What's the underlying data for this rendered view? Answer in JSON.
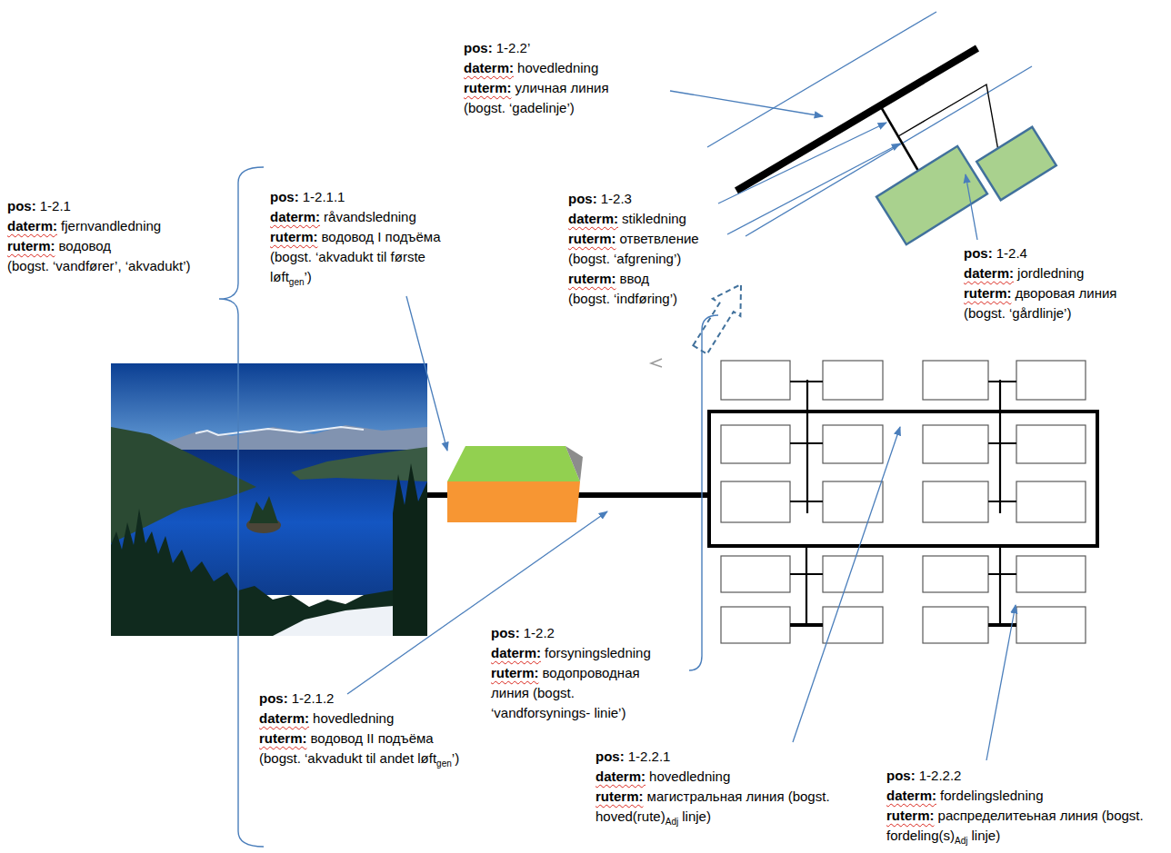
{
  "diagram": {
    "labels": [
      "pos:",
      "1-2.1",
      "daterm:",
      "fjernvandledning",
      "ruterm:",
      "водовод",
      "(bogst. ‘vandfører’, ‘akvadukt’)",
      "pos:",
      "1-2.1.1",
      "daterm:",
      "råvandsledning",
      "ruterm:",
      "водовод I подъёма (bogst. ‘akvadukt til første løft",
      "gen",
      "’)",
      "pos:",
      "1-2.2’",
      "daterm:",
      "hovedledning",
      "ruterm:",
      "уличная линия",
      "(bogst. ‘gadelinje’)",
      "pos:",
      "1-2.3",
      "daterm:",
      "stikledning",
      "ruterm:",
      "ответвление",
      "(bogst. ‘afgrening’)",
      "ruterm:",
      "ввод",
      "(bogst. ‘indføring’)",
      "pos:",
      "1-2.4",
      "daterm:",
      "jordledning",
      "ruterm:",
      "дворовая линия",
      "(bogst. ‘gårdlinje’)",
      "pos:",
      "1-2.2",
      "daterm:",
      "forsyningsledning",
      "ruterm:",
      "водопроводная линия",
      "(bogst. ‘vandforsynings- linie’)",
      "pos:",
      "1-2.1.2",
      "daterm:",
      "hovedledning",
      "ruterm:",
      "водовод II подъёма (bogst. ‘akvadukt til andet løft",
      "gen",
      "’)",
      "pos:",
      "1-2.2.1",
      "daterm:",
      "hovedledning",
      "ruterm:",
      "магистральная линия (bogst. hoved(rute)",
      "Adj",
      "linje)",
      "pos:",
      "1-2.2.2",
      "daterm:",
      "fordelingsledning",
      "ruterm:",
      "распределитеьная линия (bogst. fordeling(s)",
      "Adj",
      "linje)"
    ]
  }
}
